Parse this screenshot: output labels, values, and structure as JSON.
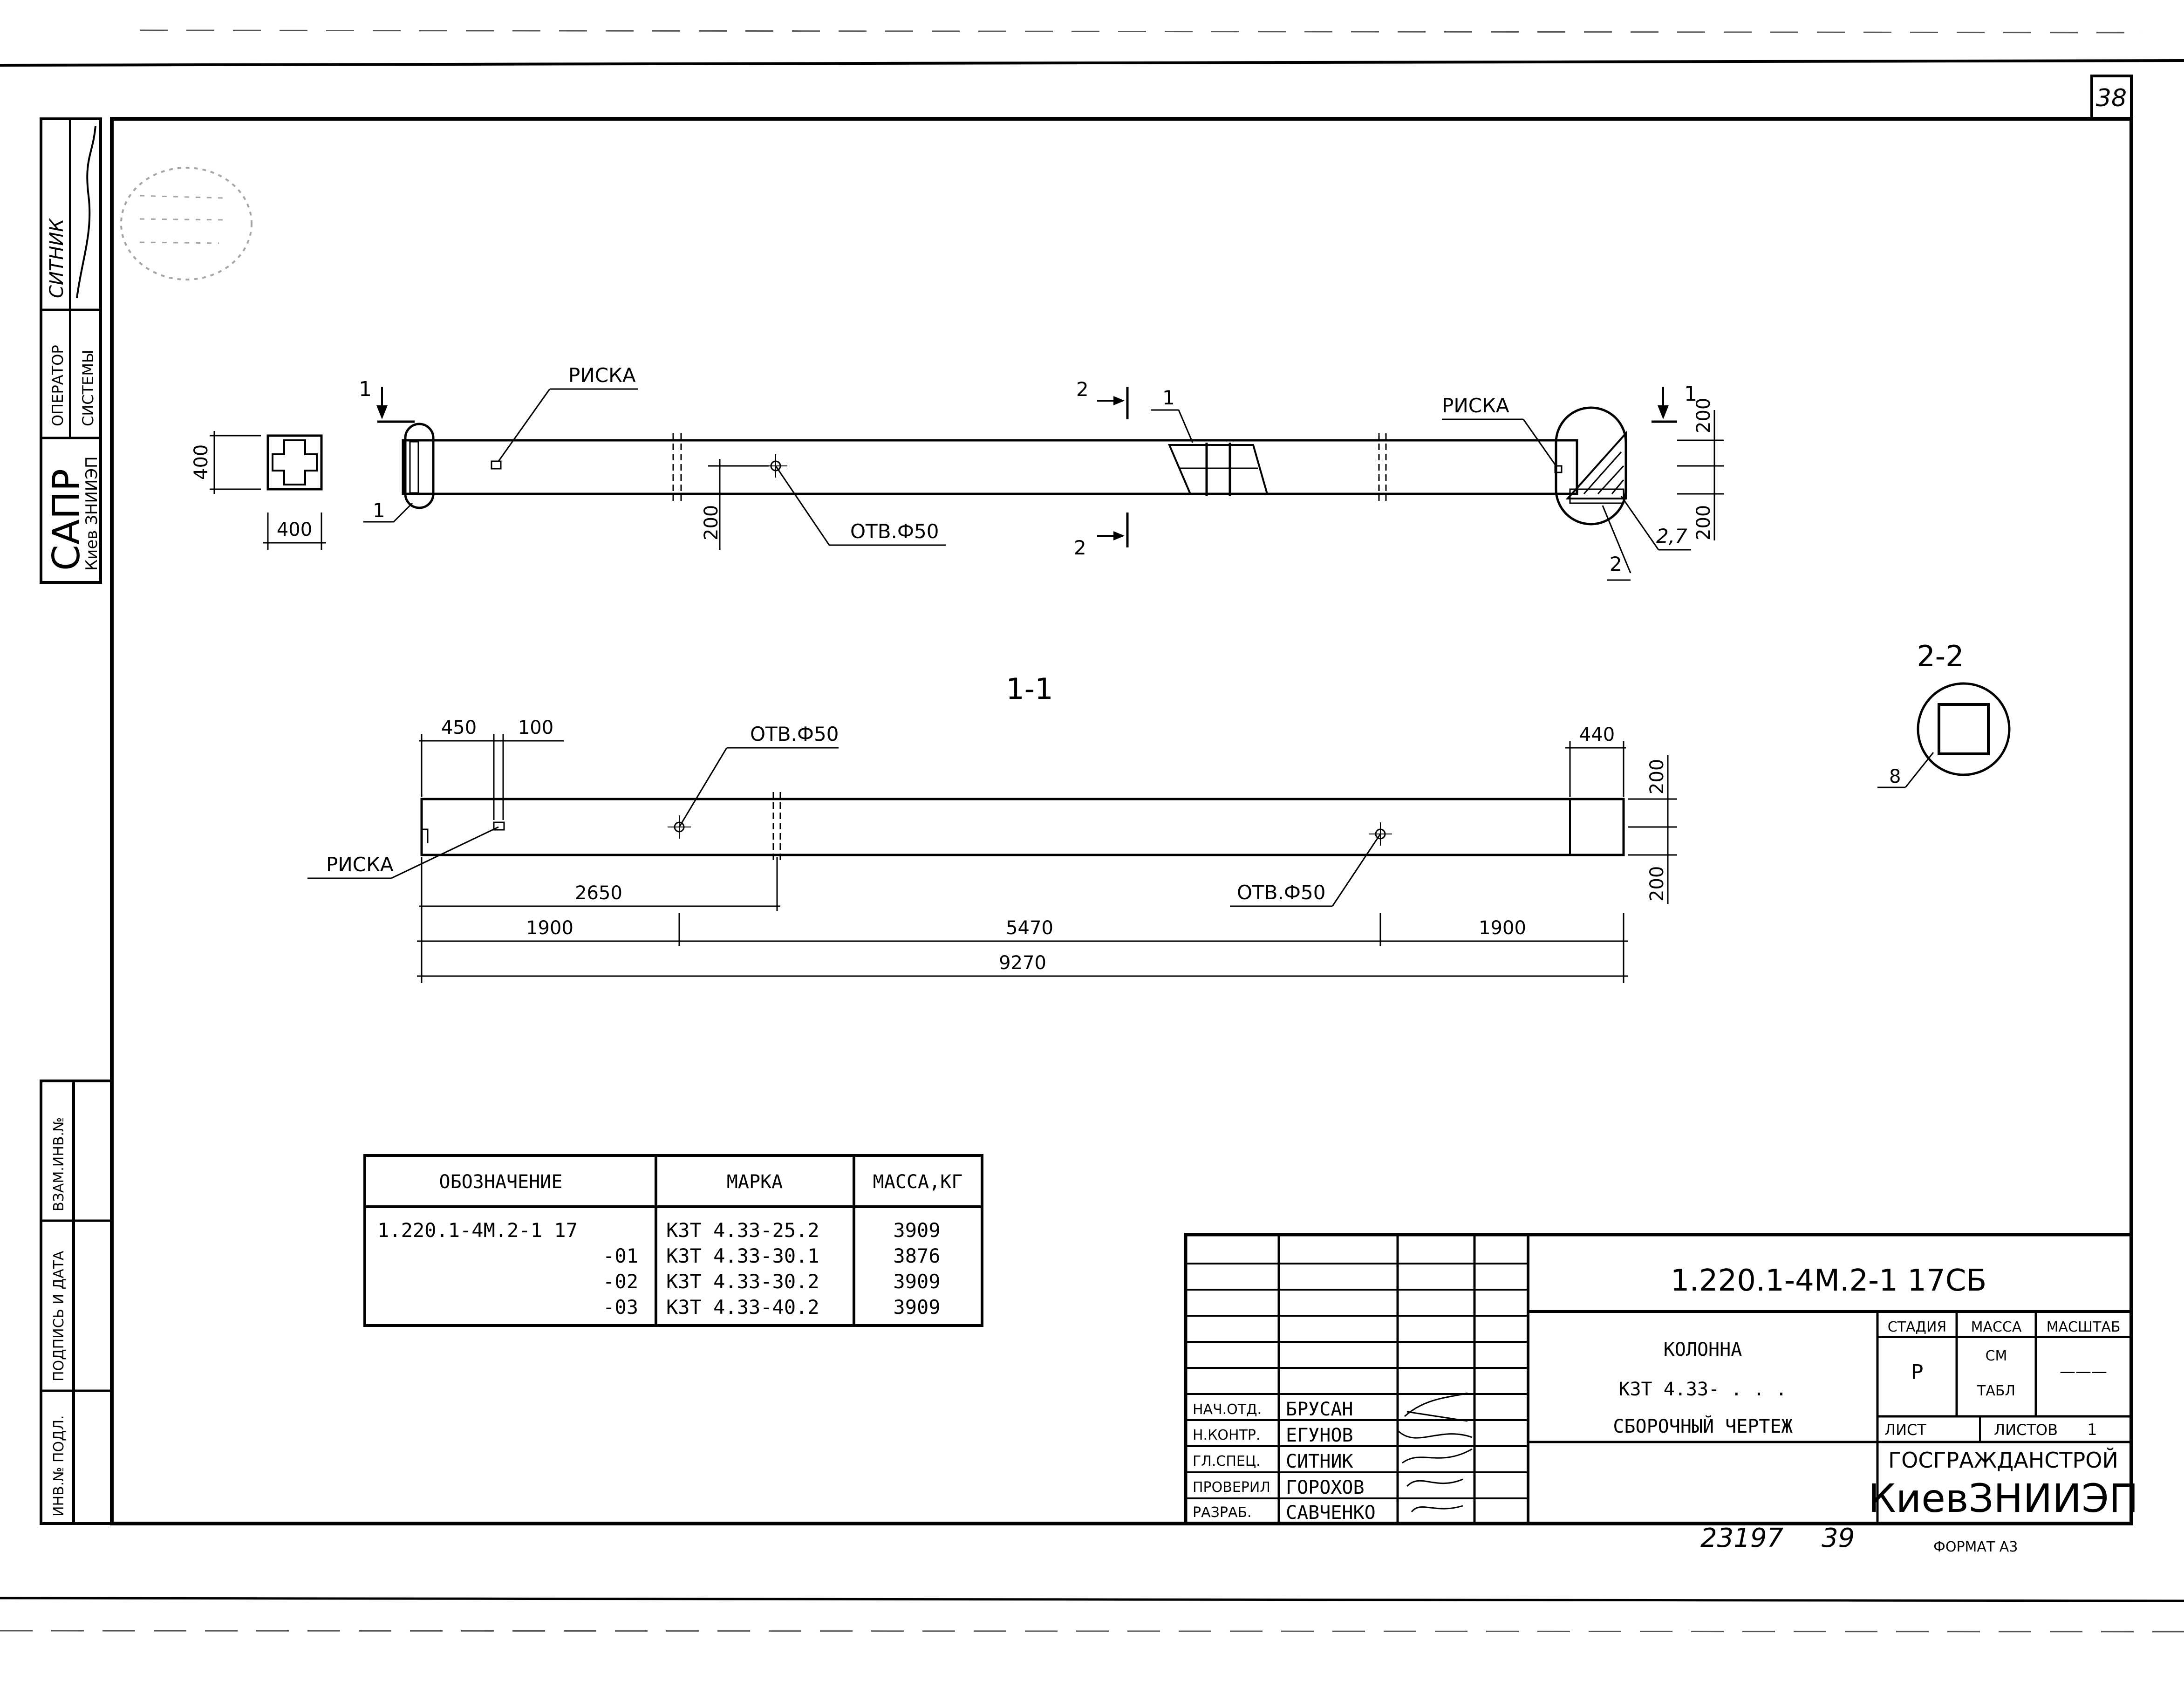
{
  "sheet_number": "38",
  "stamp": {
    "line1": "САПР",
    "line2": "Киев ЗНИИЭП"
  },
  "operator": {
    "label_1": "ОПЕРАТОР",
    "label_2": "СИСТЕМЫ",
    "name": "СИТНИК"
  },
  "margin_labels": {
    "inv_no_podl": "ИНВ.№ ПОДЛ.",
    "podpis_data": "ПОДПИСЬ И ДАТА",
    "vzam_inv": "ВЗАМ.ИНВ.№"
  },
  "plan_view": {
    "section_1": "1",
    "section_2": "2",
    "riska_left": "РИСКА",
    "riska_right": "РИСКА",
    "hole_label": "ОТВ.Ф50",
    "dim_400_v": "400",
    "dim_400_h": "400",
    "dim_200_left": "200",
    "dim_200_r_top": "200",
    "dim_200_r_bot": "200",
    "callout_1_left": "1",
    "callout_1_mid": "1",
    "callout_2": "2",
    "callout_27": "2,7"
  },
  "section_1_1": {
    "title": "1-1",
    "d450": "450",
    "d100": "100",
    "d440": "440",
    "hole_top": "ОТВ.Ф50",
    "hole_bottom": "ОТВ.Ф50",
    "riska": "РИСКА",
    "d200_top": "200",
    "d200_bot": "200",
    "d2650": "2650",
    "d1900_l": "1900",
    "d5470": "5470",
    "d1900_r": "1900",
    "d9270": "9270"
  },
  "section_2_2": {
    "title": "2-2",
    "callout": "8"
  },
  "spec_table": {
    "headers": [
      "ОБОЗНАЧЕНИЕ",
      "МАРКА",
      "МАССА,КГ"
    ],
    "rows": [
      [
        "1.220.1-4М.2-1 17",
        "КЗТ 4.33-25.2",
        "3909"
      ],
      [
        "-01",
        "КЗТ 4.33-30.1",
        "3876"
      ],
      [
        "-02",
        "КЗТ 4.33-30.2",
        "3909"
      ],
      [
        "-03",
        "КЗТ 4.33-40.2",
        "3909"
      ]
    ]
  },
  "title_block": {
    "doc_code": "1.220.1-4М.2-1  17СБ",
    "name_line1": "КОЛОННА",
    "name_line2": "КЗТ 4.33- . . .",
    "name_line3": "СБОРОЧНЫЙ  ЧЕРТЕЖ",
    "stadia_label": "СТАДИЯ",
    "massa_label": "МАССА",
    "masshtab_label": "МАСШТАБ",
    "stadia_value": "Р",
    "massa_value_1": "СМ",
    "massa_value_2": "ТАБЛ",
    "masshtab_value": "———",
    "list_label": "ЛИСТ",
    "listov_label": "ЛИСТОВ",
    "listov_value": "1",
    "org_1": "ГОСГРАЖДАНСТРОЙ",
    "org_2": "КиевЗНИИЭП",
    "staff": [
      {
        "role": "НАЧ.ОТД.",
        "name": "БРУСАН"
      },
      {
        "role": "Н.КОНТР.",
        "name": "ЕГУНОВ"
      },
      {
        "role": "ГЛ.СПЕЦ.",
        "name": "СИТНИК"
      },
      {
        "role": "ПРОВЕРИЛ",
        "name": "ГОРОХОВ"
      },
      {
        "role": "РАЗРАБ.",
        "name": "САВЧЕНКО"
      }
    ]
  },
  "footer": {
    "inv_number": "23197",
    "page": "39",
    "format": "ФОРМАТ А3"
  }
}
